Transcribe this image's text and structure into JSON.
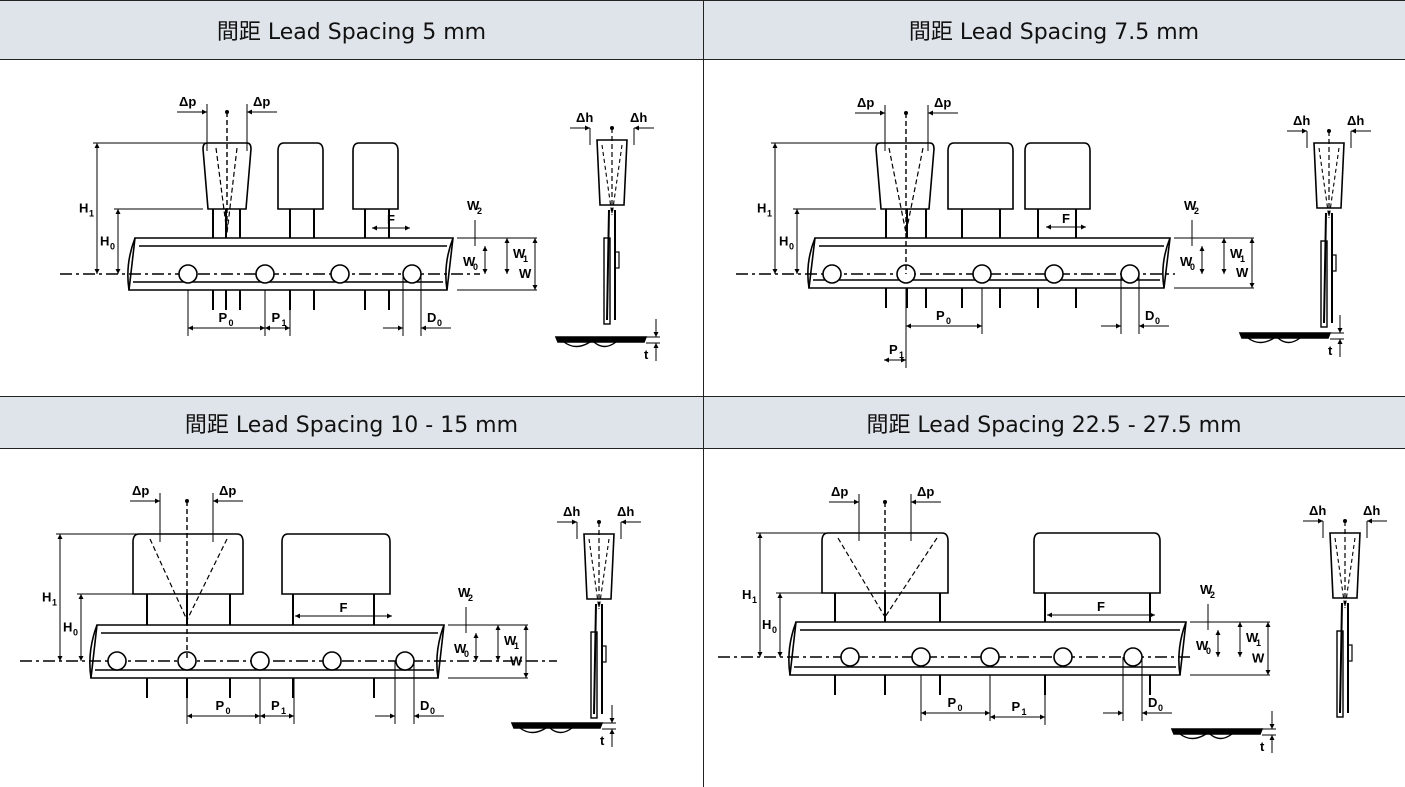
{
  "panels": [
    {
      "id": "p5",
      "title": "間距  Lead Spacing 5 mm"
    },
    {
      "id": "p75",
      "title": "間距  Lead Spacing 7.5 mm"
    },
    {
      "id": "p10",
      "title": "間距  Lead Spacing 10 - 15 mm"
    },
    {
      "id": "p22",
      "title": "間距  Lead Spacing 22.5 - 27.5 mm"
    }
  ],
  "labels": {
    "dp": "Δp",
    "dh": "Δh",
    "H": "H",
    "W": "W",
    "F": "F",
    "P": "P",
    "D": "D",
    "t": "t",
    "s0": "0",
    "s1": "1",
    "s2": "2"
  }
}
